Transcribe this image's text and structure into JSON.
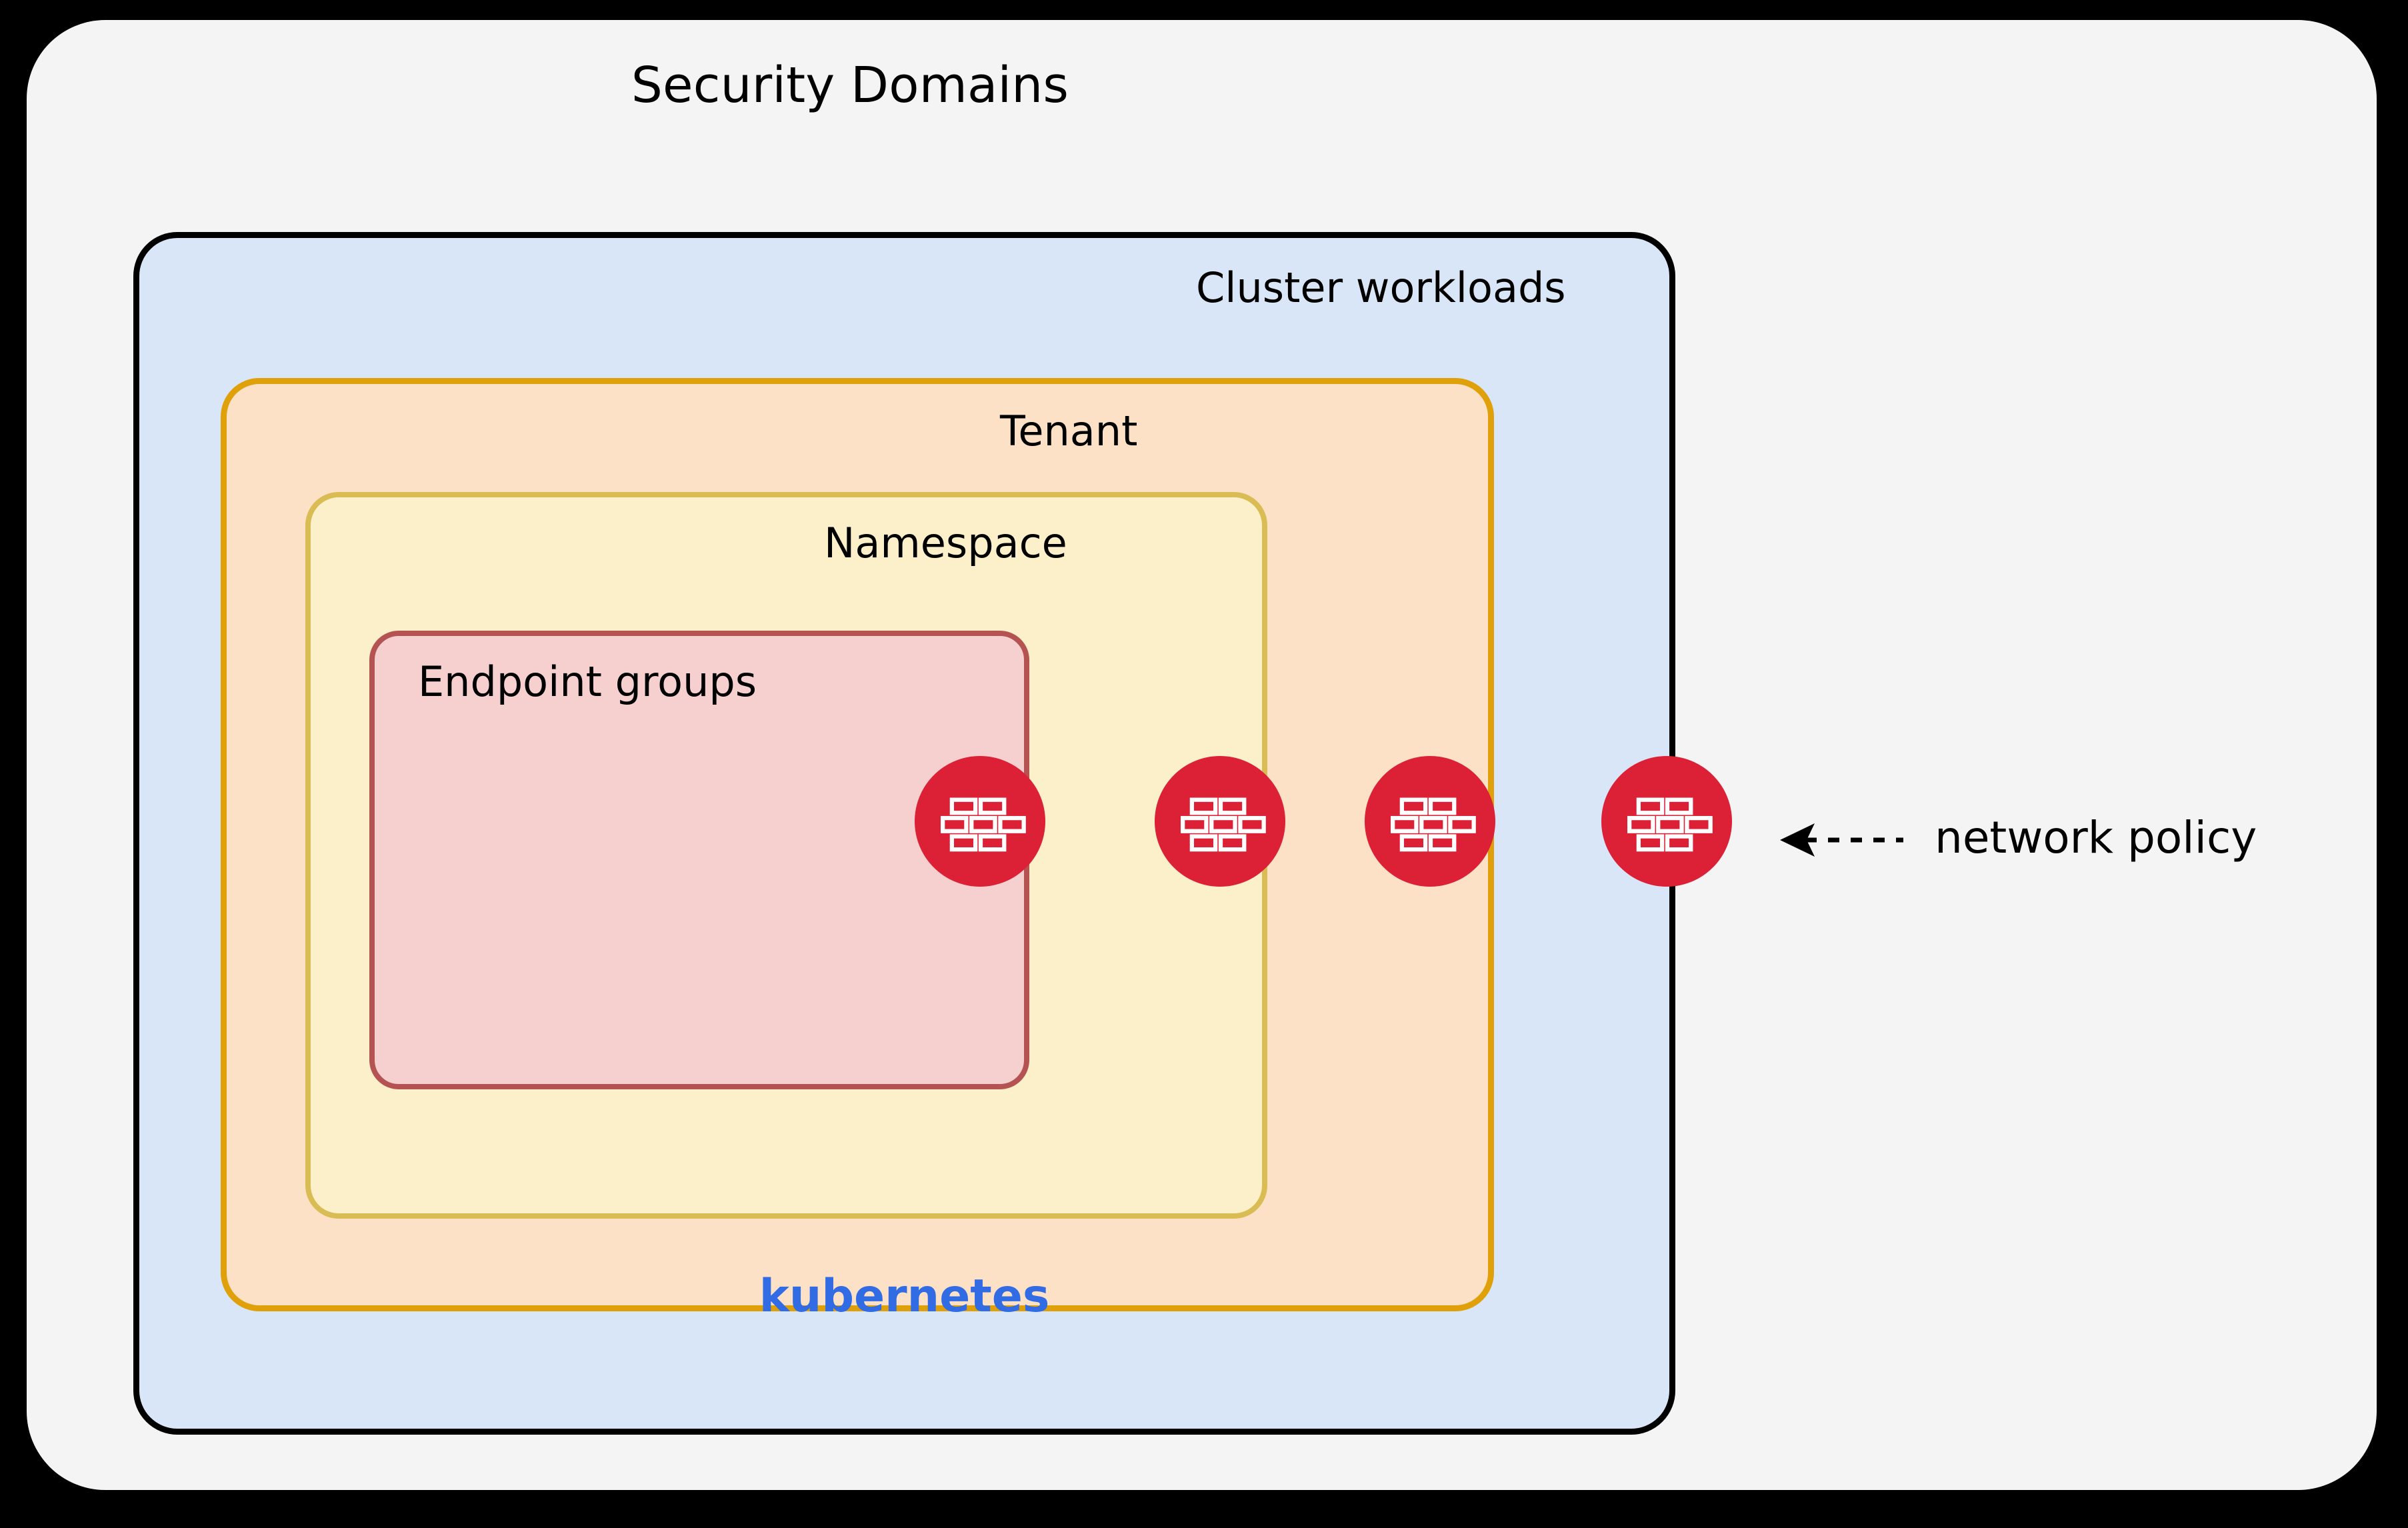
{
  "diagram": {
    "title": "Security Domains",
    "domains": [
      {
        "id": "cluster-workloads",
        "label": "Cluster workloads",
        "fill": "#D9E6F8",
        "stroke": "#000000"
      },
      {
        "id": "tenant",
        "label": "Tenant",
        "fill": "#FCE1C6",
        "stroke": "#DFA009"
      },
      {
        "id": "namespace",
        "label": "Namespace",
        "fill": "#FCF0CA",
        "stroke": "#D9BC54"
      },
      {
        "id": "endpoint-groups",
        "label": "Endpoint groups",
        "fill": "#F6CFCF",
        "stroke": "#B55252"
      }
    ],
    "platform_label": {
      "text": "kubernetes",
      "color": "#326CE5"
    },
    "annotation": {
      "label": "network policy",
      "arrow": "dashed-left-arrow",
      "arrow_color": "#000000"
    },
    "policy_icons": [
      {
        "id": "policy-icon-endpoint-groups",
        "icon": "firewall-brick-icon",
        "boundary": "endpoint-groups",
        "color": "#DC2036"
      },
      {
        "id": "policy-icon-namespace",
        "icon": "firewall-brick-icon",
        "boundary": "namespace",
        "color": "#DC2036"
      },
      {
        "id": "policy-icon-tenant",
        "icon": "firewall-brick-icon",
        "boundary": "tenant",
        "color": "#DC2036"
      },
      {
        "id": "policy-icon-cluster-workloads",
        "icon": "firewall-brick-icon",
        "boundary": "cluster-workloads",
        "color": "#DC2036"
      }
    ],
    "canvas": {
      "background": "#000000",
      "card_background": "#F4F4F4"
    }
  }
}
